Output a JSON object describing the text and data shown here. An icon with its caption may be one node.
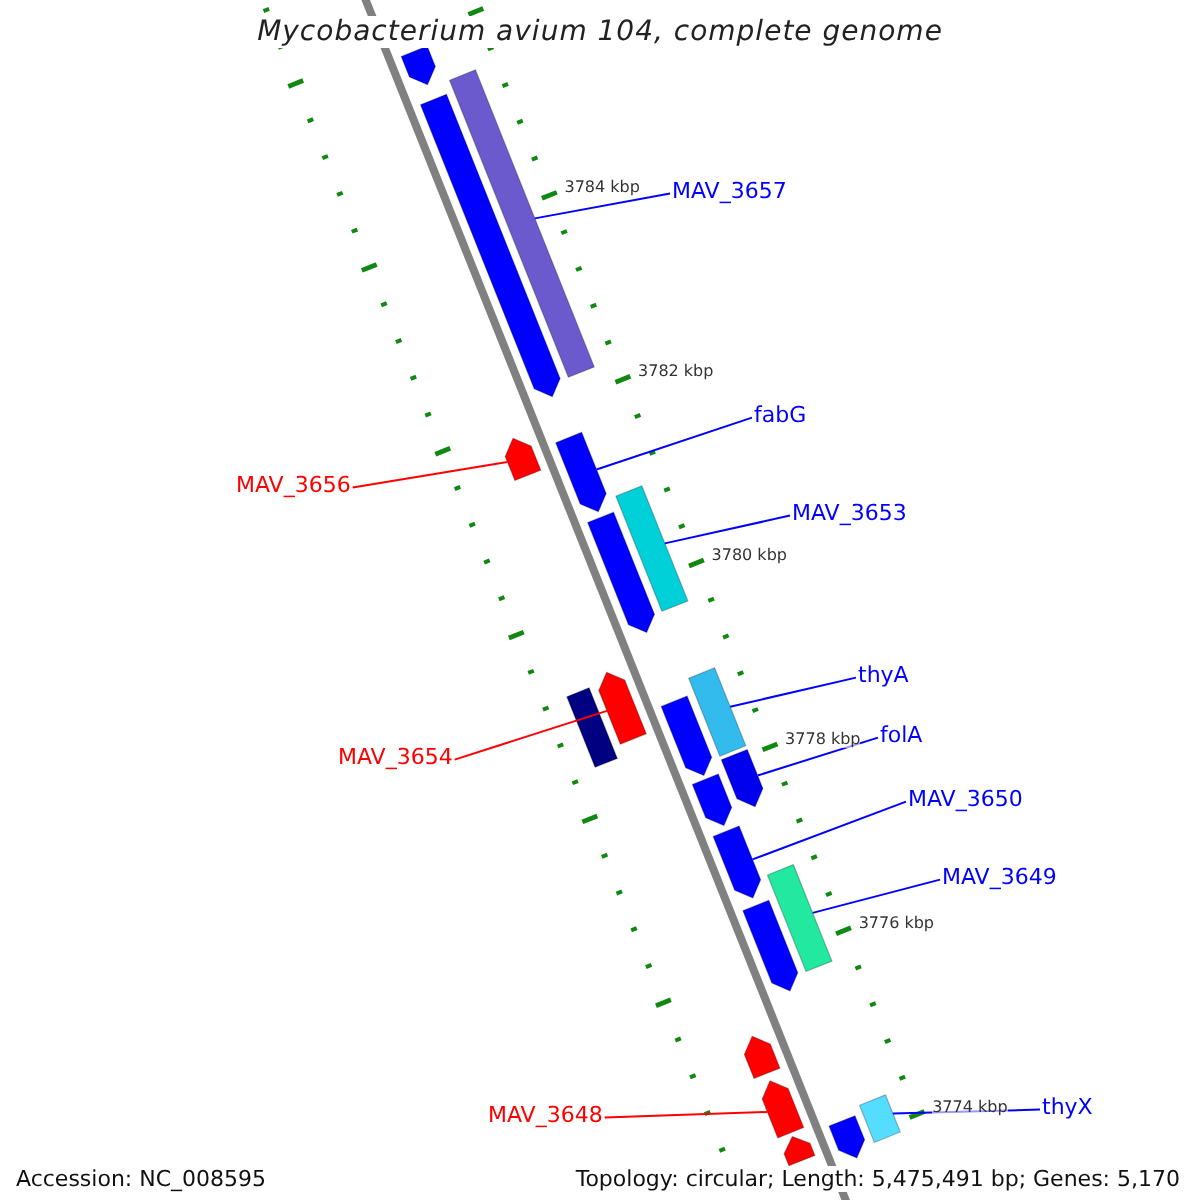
{
  "diagram": {
    "title": "Mycobacterium avium 104, complete genome",
    "nodes": [
      {
        "text": [
          "MAV_3657"
        ]
      },
      {
        "text": [
          "fabG"
        ]
      },
      {
        "text": [
          "MAV_3656"
        ]
      },
      {
        "text": [
          "MAV_3653"
        ]
      },
      {
        "text": [
          "thyA"
        ]
      },
      {
        "text": [
          "folA"
        ]
      },
      {
        "text": [
          "MAV_3654"
        ]
      },
      {
        "text": [
          "MAV_3650"
        ]
      },
      {
        "text": [
          "MAV_3649"
        ]
      },
      {
        "text": [
          "MAV_3648"
        ]
      },
      {
        "text": [
          "thyX"
        ]
      },
      {
        "text": [],
        "shape": "bar"
      },
      {
        "text": [],
        "shape": "bar"
      },
      {
        "text": [],
        "shape": "bar"
      },
      {
        "text": [],
        "shape": "bar"
      },
      {
        "text": [],
        "shape": "bar"
      },
      {
        "text": [],
        "shape": "bar"
      },
      {
        "text": [],
        "shape": "bar"
      },
      {
        "text": [],
        "shape": "bar"
      },
      {
        "text": [],
        "shape": "bar"
      },
      {
        "text": [],
        "shape": "bar"
      },
      {
        "text": [],
        "shape": "bar"
      },
      {
        "text": [],
        "shape": "bar"
      },
      {
        "text": [],
        "shape": "bar"
      },
      {
        "text": [],
        "shape": "bar"
      },
      {
        "text": [],
        "shape": "bar"
      },
      {
        "text": [],
        "shape": "bar"
      },
      {
        "text": [],
        "shape": "bar"
      },
      {
        "text": [],
        "shape": "bar"
      },
      {
        "text": [],
        "shape": "bar"
      },
      {
        "text": [],
        "shape": "bar"
      },
      {
        "text": [],
        "shape": "bar"
      }
    ],
    "edges": [
      {
        "from": 0,
        "to": 12,
        "arrow": "none"
      },
      {
        "from": 1,
        "to": 15,
        "arrow": "none"
      },
      {
        "from": 2,
        "to": 14,
        "arrow": "none",
        "color": "#ff0000"
      },
      {
        "from": 3,
        "to": 16,
        "arrow": "none"
      },
      {
        "from": 4,
        "to": 19,
        "arrow": "none"
      },
      {
        "from": 5,
        "to": 22,
        "arrow": "none"
      },
      {
        "from": 6,
        "to": 18,
        "arrow": "none",
        "color": "#ff0000"
      },
      {
        "from": 7,
        "to": 24,
        "arrow": "none"
      },
      {
        "from": 8,
        "to": 25,
        "arrow": "none"
      },
      {
        "from": 9,
        "to": 28,
        "arrow": "none",
        "color": "#ff0000"
      },
      {
        "from": 10,
        "to": 29,
        "arrow": "none"
      }
    ],
    "labels": [
      "3784 kbp",
      "3782 kbp",
      "3780 kbp",
      "3778 kbp",
      "3776 kbp",
      "3774 kbp",
      "Accession: NC_008595",
      "Topology: circular; Length: 5,475,491 bp; Genes: 5,170"
    ]
  }
}
